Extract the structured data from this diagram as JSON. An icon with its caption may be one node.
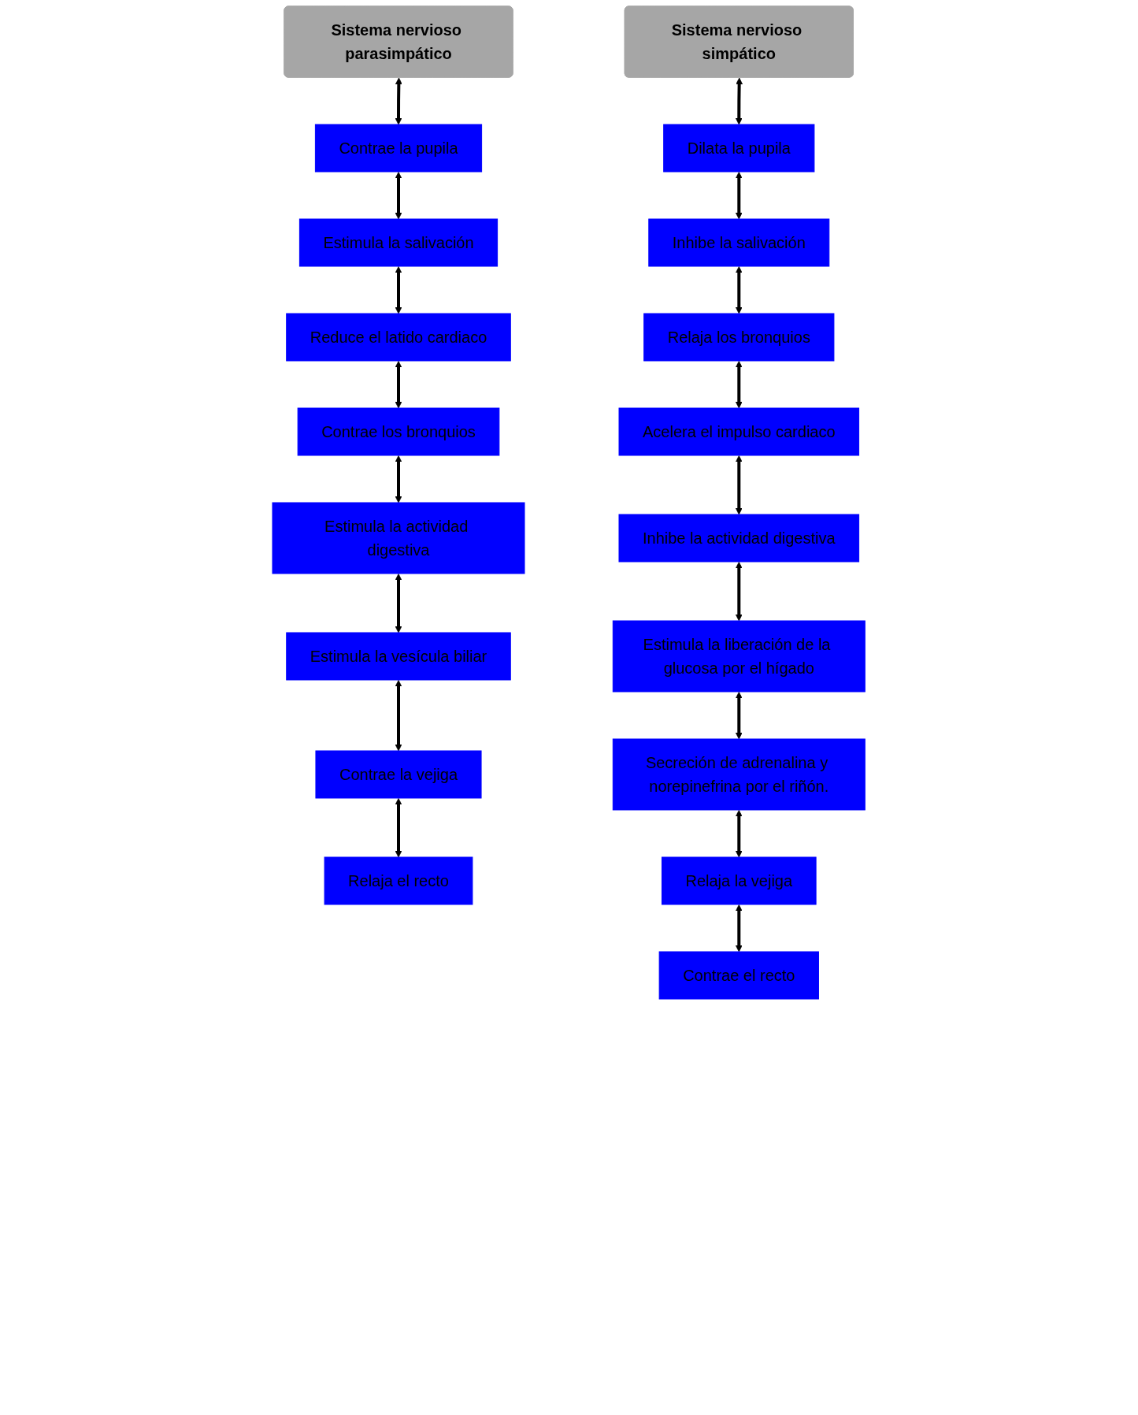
{
  "diagram": {
    "nodes": [
      {
        "text": [
          "Sistema nervioso parasimpático"
        ]
      },
      {
        "text": [
          "Contrae la pupila"
        ]
      },
      {
        "text": [
          "Estimula la salivación"
        ]
      },
      {
        "text": [
          "Reduce el latido cardiaco"
        ]
      },
      {
        "text": [
          "Contrae los bronquios"
        ]
      },
      {
        "text": [
          "Estimula la actividad digestiva"
        ]
      },
      {
        "text": [
          "Estimula la vesícula biliar"
        ]
      },
      {
        "text": [
          "Contrae la vejiga"
        ]
      },
      {
        "text": [
          "Relaja el recto"
        ]
      },
      {
        "text": [
          "Sistema nervioso simpático"
        ]
      },
      {
        "text": [
          "Dilata la pupila"
        ]
      },
      {
        "text": [
          "Inhibe la salivación"
        ]
      },
      {
        "text": [
          "Relaja los bronquios"
        ]
      },
      {
        "text": [
          "Acelera el impulso cardiaco"
        ]
      },
      {
        "text": [
          "Inhibe la actividad digestiva"
        ]
      },
      {
        "text": [
          "Estimula la liberación de la glucosa por el hígado"
        ]
      },
      {
        "text": [
          "Secreción de adrenalina y norepinefrina por el riñón."
        ]
      },
      {
        "text": [
          "Relaja la vejiga"
        ]
      },
      {
        "text": [
          "Contrae el recto"
        ]
      }
    ],
    "edges": [
      {
        "from": 0,
        "to": 1,
        "arrow": "both"
      },
      {
        "from": 1,
        "to": 2,
        "arrow": "both"
      },
      {
        "from": 2,
        "to": 3,
        "arrow": "both"
      },
      {
        "from": 3,
        "to": 4,
        "arrow": "both"
      },
      {
        "from": 4,
        "to": 5,
        "arrow": "both"
      },
      {
        "from": 5,
        "to": 6,
        "arrow": "both"
      },
      {
        "from": 6,
        "to": 7,
        "arrow": "both"
      },
      {
        "from": 7,
        "to": 8,
        "arrow": "both"
      },
      {
        "from": 9,
        "to": 10,
        "arrow": "both"
      },
      {
        "from": 10,
        "to": 11,
        "arrow": "both"
      },
      {
        "from": 11,
        "to": 12,
        "arrow": "both"
      },
      {
        "from": 12,
        "to": 13,
        "arrow": "both"
      },
      {
        "from": 13,
        "to": 14,
        "arrow": "both"
      },
      {
        "from": 14,
        "to": 15,
        "arrow": "both"
      },
      {
        "from": 15,
        "to": 16,
        "arrow": "both"
      },
      {
        "from": 16,
        "to": 17,
        "arrow": "both"
      },
      {
        "from": 17,
        "to": 18,
        "arrow": "both"
      }
    ]
  }
}
